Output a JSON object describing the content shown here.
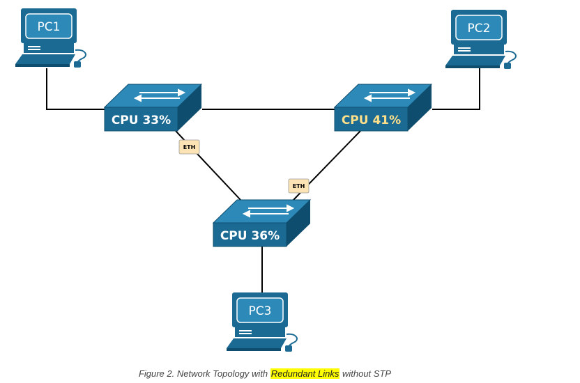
{
  "switches": [
    {
      "id": "s1",
      "label": "CPU 33%"
    },
    {
      "id": "s2",
      "label": "CPU 41%"
    },
    {
      "id": "s3",
      "label": "CPU 36%"
    }
  ],
  "pcs": [
    {
      "id": "pc1",
      "label": "PC1"
    },
    {
      "id": "pc2",
      "label": "PC2"
    },
    {
      "id": "pc3",
      "label": "PC3"
    }
  ],
  "eth_tags": [
    {
      "id": "eth1",
      "label": "ETH"
    },
    {
      "id": "eth2",
      "label": "ETH"
    }
  ],
  "caption": {
    "prefix": "Figure 2. Network Topology with ",
    "highlight": "Redundant Links",
    "suffix": " without STP"
  },
  "colors": {
    "device_blue": "#1a6a93",
    "device_light": "#2d89b8",
    "device_dark": "#0f4d6e",
    "switch_label_white": "#ffffff",
    "switch_label_yellow": "#ffe08a",
    "eth_fill": "#fbe3b4",
    "link": "#000000",
    "highlight": "#ffff00"
  },
  "icons": {
    "switch": "network-switch-icon",
    "pc": "desktop-computer-icon"
  }
}
